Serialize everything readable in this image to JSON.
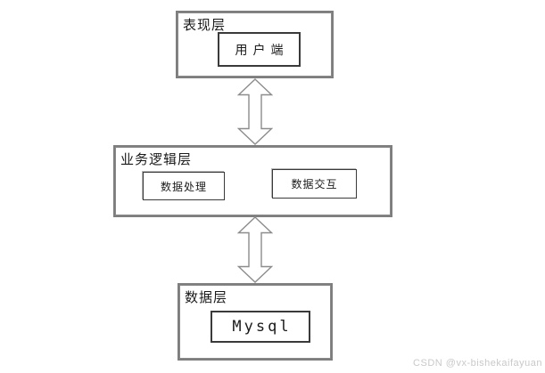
{
  "diagram": {
    "layers": [
      {
        "label": "表现层",
        "boxes": [
          {
            "label": "用户端"
          }
        ]
      },
      {
        "label": "业务逻辑层",
        "boxes": [
          {
            "label": "数据处理"
          },
          {
            "label": "数据交互"
          }
        ]
      },
      {
        "label": "数据层",
        "boxes": [
          {
            "label": "Mysql"
          }
        ]
      }
    ],
    "connectors": [
      {
        "type": "double-headed-vertical-arrow",
        "from": "表现层",
        "to": "业务逻辑层"
      },
      {
        "type": "double-headed-vertical-arrow",
        "from": "业务逻辑层",
        "to": "数据层"
      }
    ]
  },
  "watermark": "CSDN @vx-bishekaifayuan",
  "colors": {
    "background": "#ffffff",
    "layer_border": "#7e7e7e",
    "node_border": "#3a3a3a",
    "text": "#1a1a1a",
    "arrow_fill": "#ffffff",
    "arrow_outline": "#8c8c8c",
    "watermark": "#c9c9c9"
  }
}
